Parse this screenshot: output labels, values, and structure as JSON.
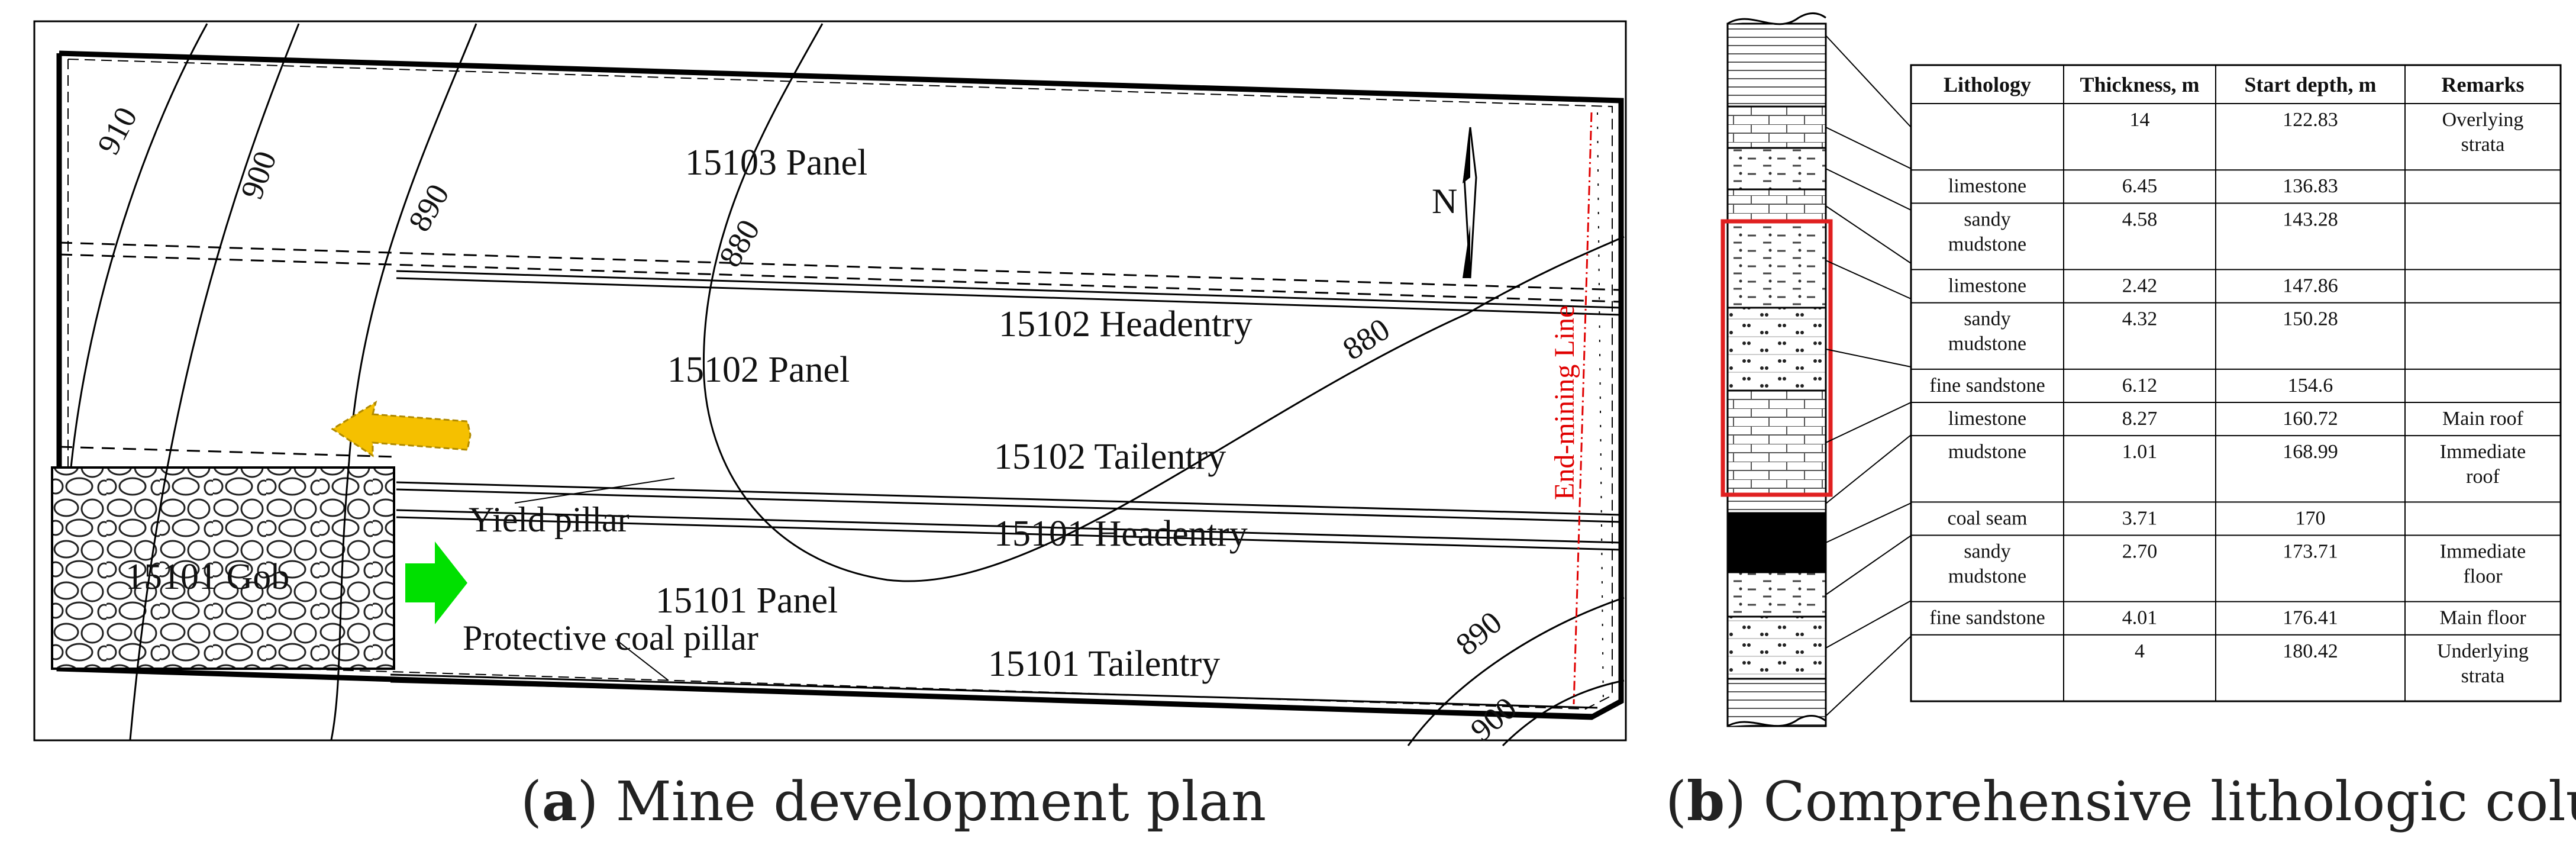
{
  "panel_a": {
    "caption_letter": "a",
    "caption_text": "Mine development plan",
    "labels": {
      "panel_15103": "15103 Panel",
      "panel_15102": "15102 Panel",
      "panel_15101": "15101 Panel",
      "headentry_15102": "15102 Headentry",
      "tailentry_15102": "15102 Tailentry",
      "headentry_15101": "15101 Headentry",
      "tailentry_15101": "15101 Tailentry",
      "gob_15101": "15101 Gob",
      "yield_pillar": "Yield pillar",
      "protective_pillar": "Protective coal pillar",
      "end_mining_line": "End-mining Line",
      "north": "N"
    },
    "contours": [
      "910",
      "900",
      "890",
      "880",
      "880",
      "890",
      "900"
    ],
    "colors": {
      "yellow_arrow": "#f5c000",
      "green_arrow": "#00e000",
      "end_line": "#e00000"
    }
  },
  "panel_b": {
    "caption_letter": "b",
    "caption_text": "Comprehensive lithologic column",
    "table": {
      "headers": [
        "Lithology",
        "Thickness, m",
        "Start depth, m",
        "Remarks"
      ],
      "rows": [
        [
          "",
          "14",
          "122.83",
          "Overlying strata"
        ],
        [
          "limestone",
          "6.45",
          "136.83",
          ""
        ],
        [
          "sandy mudstone",
          "4.58",
          "143.28",
          ""
        ],
        [
          "limestone",
          "2.42",
          "147.86",
          ""
        ],
        [
          "sandy mudstone",
          "4.32",
          "150.28",
          ""
        ],
        [
          "fine sandstone",
          "6.12",
          "154.6",
          ""
        ],
        [
          "limestone",
          "8.27",
          "160.72",
          "Main roof"
        ],
        [
          "mudstone",
          "1.01",
          "168.99",
          "Immediate roof"
        ],
        [
          "coal seam",
          "3.71",
          "170",
          ""
        ],
        [
          "sandy mudstone",
          "2.70",
          "173.71",
          "Immediate floor"
        ],
        [
          "fine sandstone",
          "4.01",
          "176.41",
          "Main floor"
        ],
        [
          "",
          "4",
          "180.42",
          "Underlying strata"
        ]
      ]
    },
    "colors": {
      "highlight_box": "#e02020",
      "coal": "#000000"
    }
  }
}
